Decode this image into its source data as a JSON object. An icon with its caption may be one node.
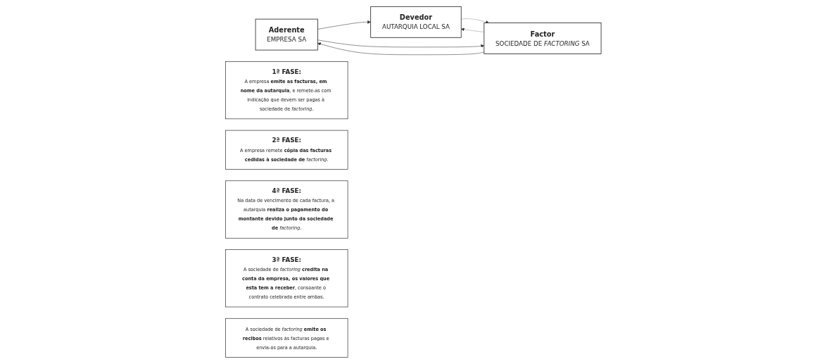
{
  "diagram": {
    "nodes": [
      {
        "text": [
          "Aderente",
          "EMPRESA SA"
        ]
      },
      {
        "text": [
          "1ª FASE:",
          "A empresa **emite as facturas, em nome da autarquia**, e remete-as com indicação que devem ser pagas à sociedade de *factoring*."
        ]
      },
      {
        "text": [
          "Devedor",
          "AUTARQUIA LOCAL SA"
        ]
      },
      {
        "text": [
          "2ª FASE:",
          "A empresa remete **cópia das facturas cedidas à sociedade de** *factoring*."
        ]
      },
      {
        "text": [
          "4ª FASE:",
          "Na data de vencimento de cada factura, a autarquia **realiza o pagamento do montante devido junto da sociedade de** *factoring*."
        ]
      },
      {
        "text": [
          "Factor",
          "SOCIEDADE DE *FACTORING* SA"
        ]
      },
      {
        "text": [
          "3ª FASE:",
          "A sociedade de *factoring* **credita na conta da empresa, os valores que esta tem a receber**, consoante o contrato celebrado entre ambas."
        ]
      },
      {
        "text": [
          "A sociedade de *factoring* **emite os recibos** relativos às facturas pagas e envia-os para a autarquia."
        ]
      }
    ],
    "edges": [
      {
        "from": 0,
        "to": 2,
        "arrow": "to"
      },
      {
        "from": 0,
        "to": 5,
        "arrow": "to"
      },
      {
        "from": 5,
        "to": 0,
        "arrow": "to"
      },
      {
        "from": 2,
        "to": 5,
        "arrow": "to",
        "style": "dashed"
      },
      {
        "from": 5,
        "to": 2,
        "arrow": "to",
        "style": "dashed"
      }
    ]
  }
}
